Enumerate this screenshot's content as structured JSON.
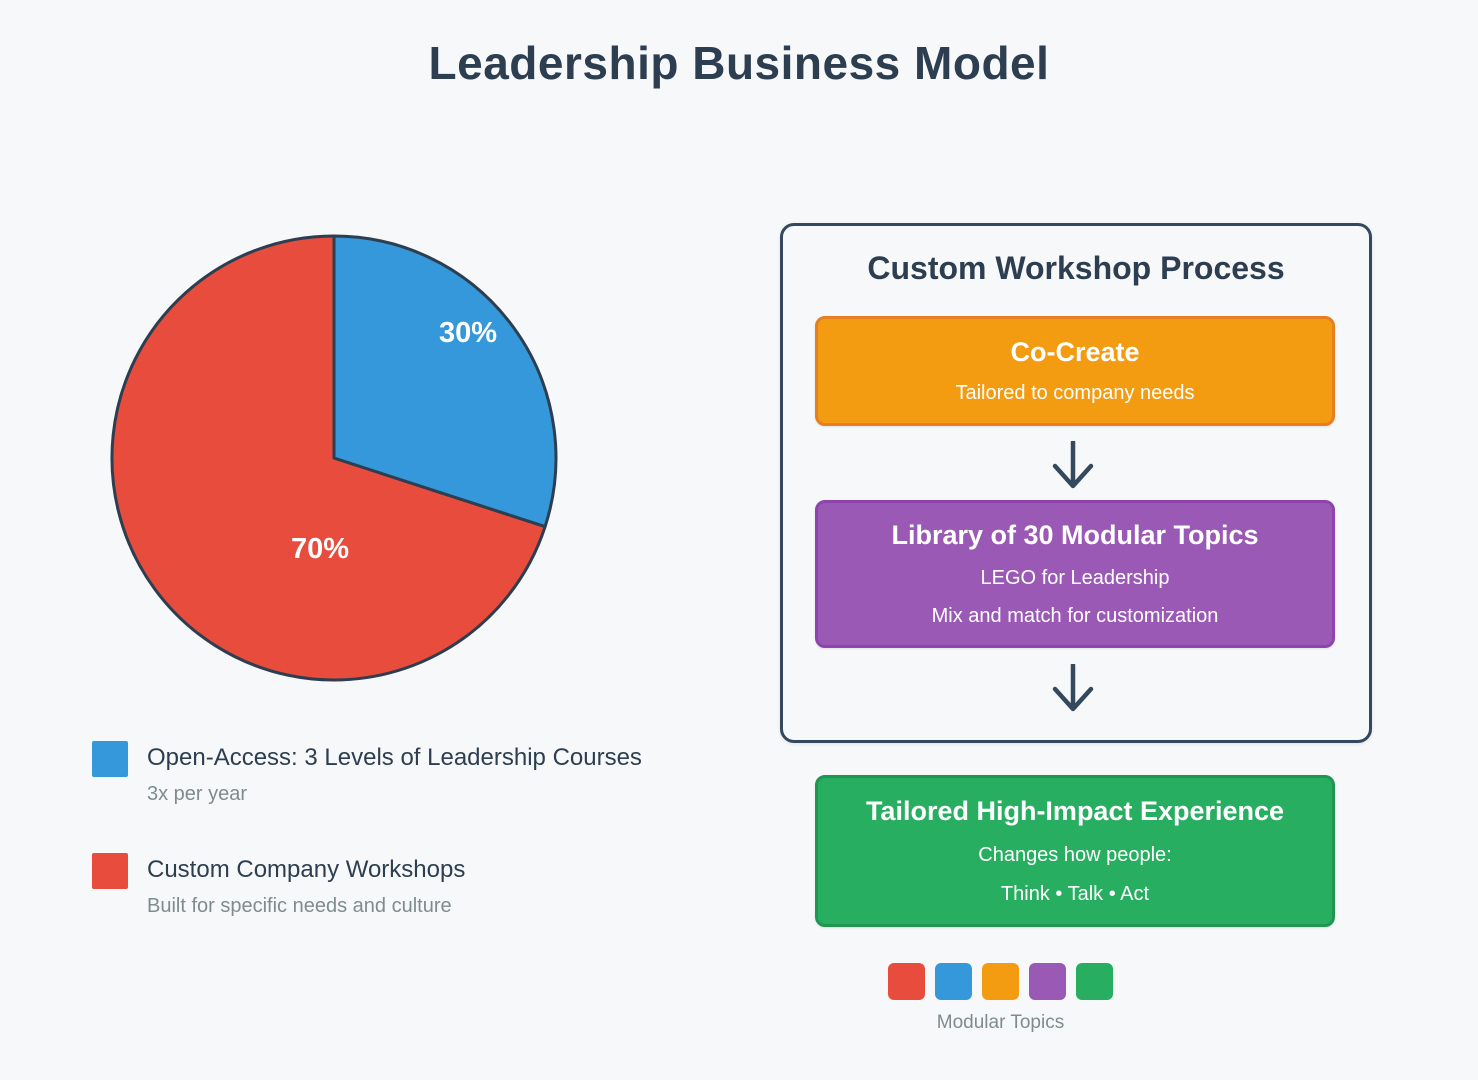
{
  "page": {
    "title": "Leadership Business Model",
    "background": "#f7f8fa",
    "accent_dark": "#2c3e50"
  },
  "chart_data": {
    "type": "pie",
    "title": "Leadership Business Model",
    "start_angle": "top",
    "direction": "clockwise",
    "outline_color": "#2c3e50",
    "legend_position": "bottom-left",
    "slices": [
      {
        "label": "Open-Access: 3 Levels of Leadership Courses",
        "sublabel": "3x per year",
        "value": 30,
        "display": "30%",
        "color": "#3498db"
      },
      {
        "label": "Custom Company Workshops",
        "sublabel": "Built for specific needs and culture",
        "value": 70,
        "display": "70%",
        "color": "#e74c3c"
      }
    ]
  },
  "legend": {
    "items": [
      {
        "label": "Open-Access: 3 Levels of Leadership Courses",
        "sublabel": "3x per year",
        "color": "#3498db"
      },
      {
        "label": "Custom Company Workshops",
        "sublabel": "Built for specific needs and culture",
        "color": "#e74c3c"
      }
    ]
  },
  "process_panel": {
    "title": "Custom Workshop Process",
    "border_color": "#34495e",
    "arrow_color": "#34495e",
    "steps": [
      {
        "title": "Co-Create",
        "line1": "Tailored to company needs",
        "color": "#f39c12",
        "border": "#e67e22"
      },
      {
        "title": "Library of 30 Modular Topics",
        "line1": "LEGO for Leadership",
        "line2": "Mix and match for customization",
        "color": "#9b59b6",
        "border": "#8e44ad"
      }
    ]
  },
  "outcome_box": {
    "title": "Tailored High-Impact Experience",
    "line1": "Changes how people:",
    "line2": "Think • Talk • Act",
    "color": "#27ae60",
    "border": "#219653"
  },
  "modular_topics": {
    "label": "Modular Topics",
    "swatches": [
      {
        "name": "red",
        "color": "#e74c3c",
        "border": "#c0392b"
      },
      {
        "name": "blue",
        "color": "#3498db",
        "border": "#2980b9"
      },
      {
        "name": "orange",
        "color": "#f39c12",
        "border": "#e67e22"
      },
      {
        "name": "purple",
        "color": "#9b59b6",
        "border": "#8e44ad"
      },
      {
        "name": "green",
        "color": "#27ae60",
        "border": "#219653"
      }
    ]
  }
}
